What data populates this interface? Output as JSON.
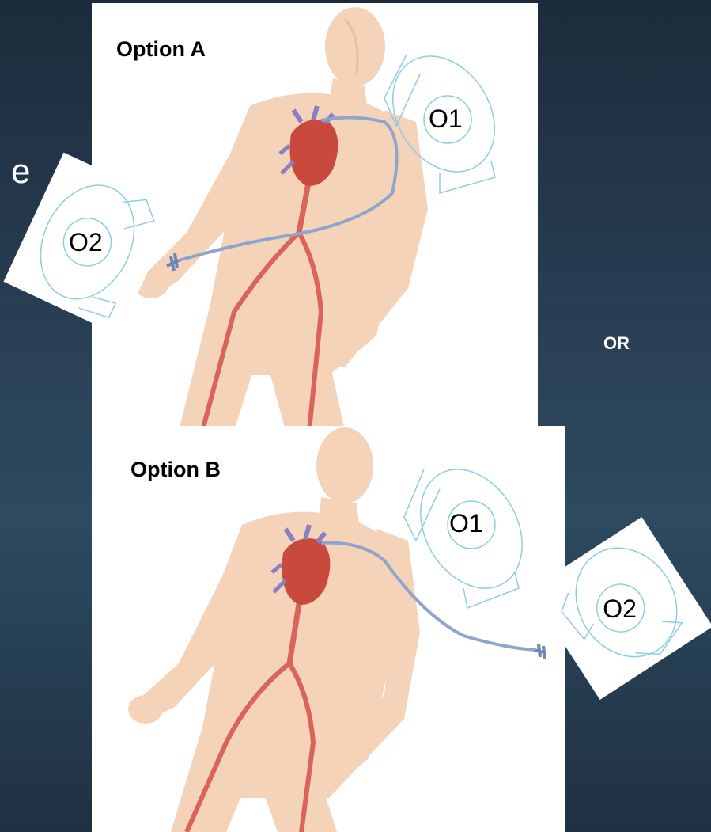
{
  "background_partial_text": "e",
  "separator": {
    "label": "OR"
  },
  "option_a": {
    "title": "Option A",
    "detector_1": "O1",
    "detector_2": "O2"
  },
  "option_b": {
    "title": "Option B",
    "detector_1": "O1",
    "detector_2": "O2"
  },
  "colors": {
    "skin": "#f4d3b9",
    "skin_shade": "#e8bea0",
    "artery": "#d9645a",
    "catheter": "#8fa6cc",
    "detector_outline": "#8ccde6",
    "heart": "#c94a3c"
  }
}
